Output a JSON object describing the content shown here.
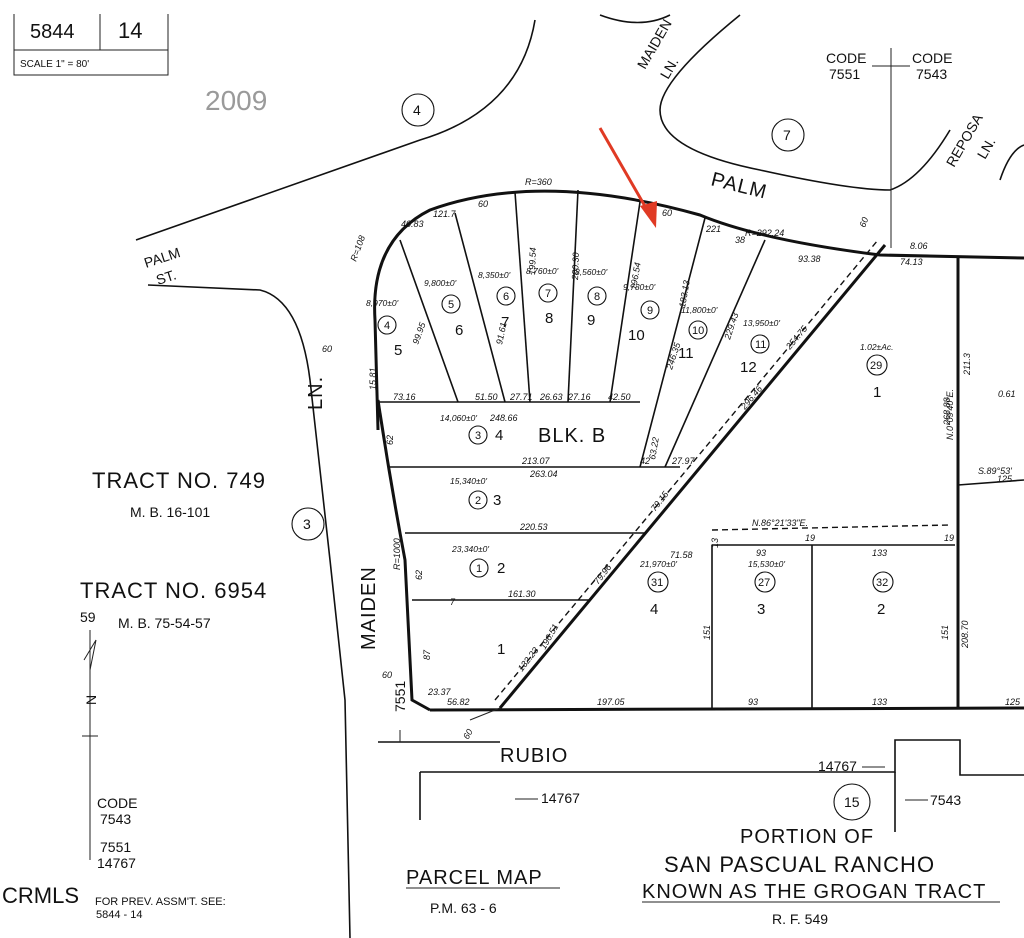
{
  "header": {
    "book": "5844",
    "page": "14",
    "scale": "SCALE 1\" = 80'",
    "stamp_year": "2009"
  },
  "codes": {
    "top_left": "CODE",
    "top_left_num": "7551",
    "top_right": "CODE",
    "top_right_num": "7543",
    "bottom_code": "CODE",
    "bottom_code_num": "7543",
    "bottom_7551": "7551",
    "bottom_14767": "14767",
    "side_7551": "7551",
    "arrow_14767_a": "14767",
    "arrow_14767_b": "14767",
    "arrow_7543": "7543"
  },
  "streets": {
    "palm_upper": "PALM",
    "palm_st_1": "PALM",
    "palm_st_2": "ST.",
    "maiden_ln_top_1": "MAIDEN",
    "maiden_ln_top_2": "LN.",
    "maiden_ln_left": "LN.",
    "maiden_left": "MAIDEN",
    "reposa_1": "REPOSA",
    "reposa_2": "LN.",
    "rubio": "RUBIO"
  },
  "tracts": {
    "tract_749": "TRACT NO. 749",
    "mb_749": "M. B. 16-101",
    "tract_6954": "TRACT NO. 6954",
    "mb_6954": "M. B. 75-54-57"
  },
  "block": "BLK. B",
  "circled_numbers": [
    "4",
    "7",
    "3",
    "15"
  ],
  "lots": [
    "5",
    "6",
    "7",
    "8",
    "9",
    "10",
    "11",
    "12",
    "4",
    "3",
    "2",
    "1",
    "4",
    "3",
    "2",
    "1"
  ],
  "parcels": [
    "4",
    "5",
    "6",
    "7",
    "8",
    "9",
    "10",
    "11",
    "3",
    "2",
    "1",
    "31",
    "27",
    "32",
    "29"
  ],
  "areas": [
    "8,970±0'",
    "9,800±0'",
    "8,350±0'",
    "8,760±0'",
    "8,560±0'",
    "9,730±0'",
    "11,800±0'",
    "13,950±0'",
    "14,060±0'",
    "15,340±0'",
    "23,340±0'",
    "21,970±0'",
    "15,530±0'",
    "1.02±Ac."
  ],
  "dimensions": [
    "R=360",
    "R=292.24",
    "R=108",
    "R=1000",
    "60",
    "60",
    "60",
    "60",
    "60",
    "60",
    "8.06",
    "74.13",
    "93.38",
    "221",
    "38",
    "40.83",
    "121.7",
    "73.16",
    "51.50",
    "27.71",
    "26.63",
    "27.16",
    "42.50",
    "248.66",
    "213.07",
    "263.04",
    "220.53",
    "161.30",
    "56.82",
    "197.05",
    "93",
    "133",
    "125",
    "71.58",
    "93",
    "133",
    "42",
    "27.97",
    "63.22",
    "79.15",
    "79.96",
    "132.23",
    "196.51",
    "151",
    "151",
    "208.70",
    "268.88",
    "211.3",
    "254.75",
    "296.46",
    "246.35",
    "229.43",
    "183.13",
    "196.54",
    "200.30",
    "199.54",
    "91.61",
    "99.95",
    "15.81",
    "62",
    "62",
    "87",
    "23.37",
    "N.86°21'33\"E.",
    "N.0°09'40\"E.",
    "S.89°53'",
    "0.61",
    "7",
    "125",
    "19",
    "19",
    "13"
  ],
  "north": {
    "label": "N",
    "num": "59"
  },
  "footer": {
    "prev_assmt": "FOR PREV. ASSM'T. SEE:",
    "prev_ref": "5844 - 14",
    "parcel_map": "PARCEL MAP",
    "pm": "P.M. 63 - 6",
    "portion_of": "PORTION OF",
    "rancho": "SAN PASCUAL RANCHO",
    "known_as": "KNOWN AS THE GROGAN TRACT",
    "rf": "R. F. 549",
    "watermark": "CRMLS"
  },
  "colors": {
    "ink": "#111111",
    "paper": "#ffffff",
    "arrow": "#e03a24",
    "stamp": "#9a9a9a"
  }
}
